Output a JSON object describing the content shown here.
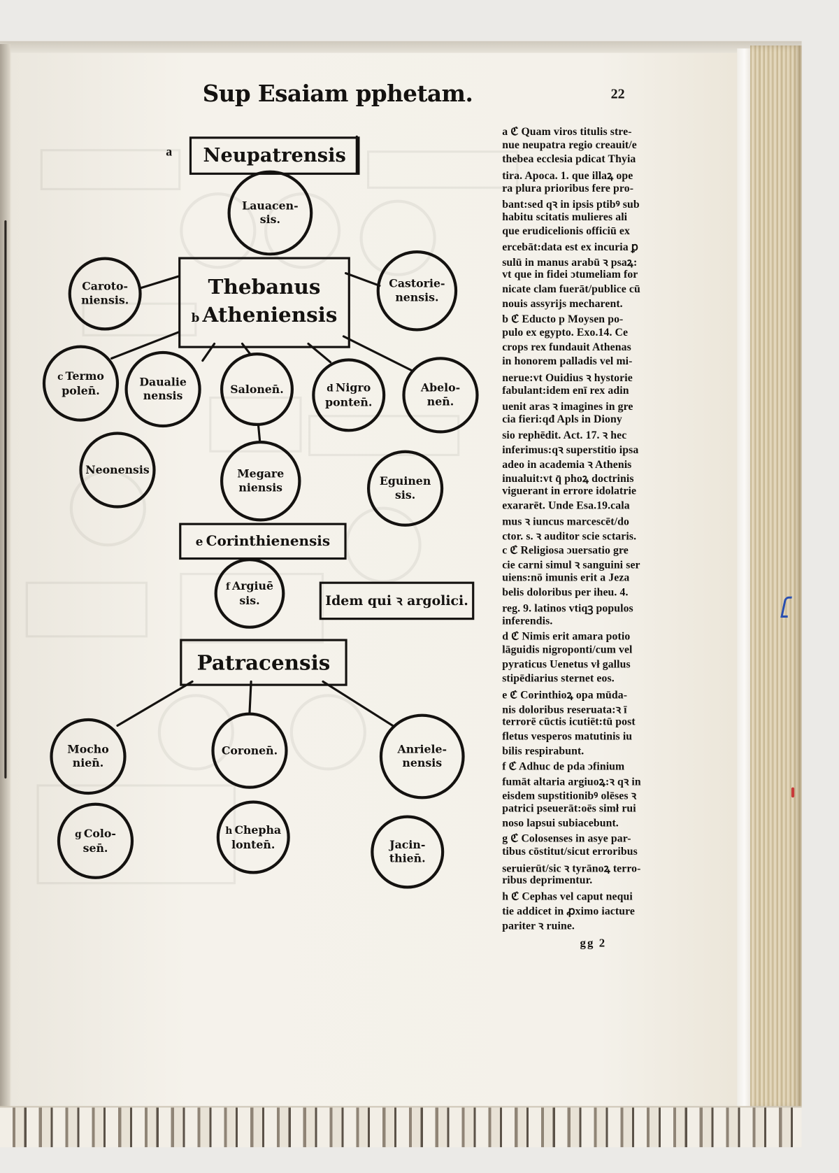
{
  "page": {
    "title": "Sup Esaiam pphetam.",
    "folio": "22",
    "signature": "gg 2"
  },
  "colors": {
    "ink": "#141210",
    "paper": "#f4f1ea",
    "fore_edge": "#d9ccb0",
    "background": "#ebeae7",
    "blue_mark": "#2a4fb0",
    "red_mark": "#c83a3a"
  },
  "diagram": {
    "boxes": [
      {
        "marker": "a",
        "label": "Neupatrensis"
      },
      {
        "line1": "Thebanus",
        "marker": "b",
        "line2": "Atheniensis"
      },
      {
        "marker": "e",
        "label": "Corinthienensis"
      },
      {
        "label": "Idem qui ꝛ argolici."
      },
      {
        "label": "Patracensis"
      }
    ],
    "circles": [
      {
        "line1": "Lauacen-",
        "line2": "sis."
      },
      {
        "line1": "Caroto-",
        "line2": "niensis."
      },
      {
        "line1": "Castorie-",
        "line2": "nensis."
      },
      {
        "marker": "c",
        "line1": "Termo",
        "line2": "polen̄."
      },
      {
        "line1": "Daualie",
        "line2": "nensis"
      },
      {
        "line1": "Salonen̄."
      },
      {
        "marker": "d",
        "line1": "Nigro",
        "line2": "ponten̄."
      },
      {
        "line1": "Abelo-",
        "line2": "nen̄."
      },
      {
        "line1": "Neonensis"
      },
      {
        "line1": "Megare",
        "line2": "niensis"
      },
      {
        "line1": "Eguinen",
        "line2": "sis."
      },
      {
        "marker": "f",
        "line1": "Argiuē",
        "line2": "sis."
      },
      {
        "line1": "Mocho",
        "line2": "nien̄."
      },
      {
        "line1": "Coronen̄."
      },
      {
        "line1": "Anriele-",
        "line2": "nensis"
      },
      {
        "marker": "g",
        "line1": "Colo-",
        "line2": "sen̄."
      },
      {
        "marker": "h",
        "line1": "Chepha",
        "line2": "lonten̄."
      },
      {
        "line1": "Jacin-",
        "line2": "thien̄."
      }
    ]
  },
  "commentary": {
    "lines": [
      "a ℭ Quam viros titulis stre-",
      "nue neupatra regio creauit/e",
      "thebea ecclesia pdicat Thyia",
      "tira. Apoca. 1. que illaꝝ ope",
      "ra plura prioribus fere pro-",
      "bant:sed qꝛ in ipsis ptibꝰ sub",
      "habitu scitatis mulieres ali",
      "que erudicelionis officiū ex",
      "ercebāt:data est ex incuria ꝑ",
      "sulū in manus arabū ꝛ psaꝝ:",
      "vt que in fidei ɔtumeliam for",
      "nicate clam fuerāt/publice cū",
      "nouis assyrijs mecharent.",
      "b ℭ Educto p Moysen po-",
      "pulo ex egypto. Exo.14. Ce",
      "crops rex fundauit Athenas",
      "in honorem palladis vel mi-",
      "nerue:vt Ouidius ꝛ hystorie",
      "fabulant:idem enī rex adin",
      "uenit aras ꝛ imagines in gre",
      "cia fieri:qđ Apls in Diony",
      "sio rephēdit. Act. 17. ꝛ hec",
      "inferimus:qꝛ superstitio ipsa",
      "adeo in academia ꝛ Athenis",
      "inualuit:vt q̄ phoꝝ doctrinis",
      "viguerant in errore idolatrie",
      "exararēt. Unde Esa.19.cala",
      "mus ꝛ iuncus marcescēt/do",
      "ctor. s. ꝛ auditor scie sctaris.",
      "c ℭ Religiosa ɔuersatio gre",
      "cie carni simul ꝛ sanguini ser",
      "uiens:nō imunis erit a Jeza",
      "belis doloribus per iheu. 4.",
      "reg. 9. latinos vtiqꝫ populos",
      "inferendis.",
      "d ℭ Nimis erit amara potio",
      "lāguidis nigroponti/cum vel",
      "pyraticus Uenetus vł gallus",
      "stipēdiarius sternet eos.",
      "e ℭ Corinthioꝝ opa mūda-",
      "nis doloribus reseruata:ꝛ ī",
      "terrorē cūctis icutiēt:tū post",
      "fletus vesperos matutinis iu",
      "bilis respirabunt.",
      "f ℭ Adhuc de pda ɔfinium",
      "fumāt altaria argiuoꝝ:ꝛ qꝛ in",
      "eisdem supstitionibꝰ olēses ꝛ",
      "patrici pseuerāt:oēs simł rui",
      "noso lapsui subiacebunt.",
      "g ℭ Colosenses in asye par-",
      "tibus cōstitut/sicut erroribus",
      "seruierūt/sic ꝛ tyrānoꝝ terro-",
      "ribus deprimentur.",
      "h ℭ Cephas vel caput nequi",
      "tie addicet in ꝓximo iacture",
      "pariter ꝛ ruine."
    ]
  }
}
